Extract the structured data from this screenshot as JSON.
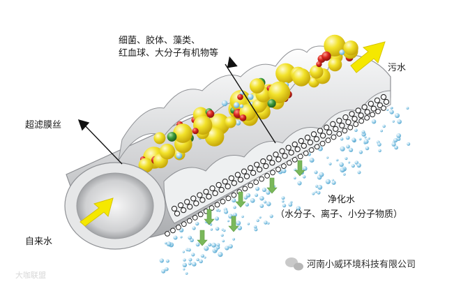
{
  "labels": {
    "contaminants_line1": "细菌、胶体、藻类、",
    "contaminants_line2": "红血球、大分子有机物等",
    "membrane": "超滤膜丝",
    "waste_water": "污水",
    "purified_water": "净化水",
    "purified_detail": "（水分子、离子、小分子物质）",
    "feed_water": "自来水"
  },
  "watermarks": {
    "bottom_left": "大咖联盟",
    "bottom_right": "河南小威环境科技有限公司"
  },
  "colors": {
    "arrow_yellow": "#f5e800",
    "arrow_green": "#7ab85a",
    "ball_yellow": "#f2e22a",
    "ball_red": "#d8251e",
    "ball_green": "#3c9a3a",
    "dot_blue": "#9bd0ea",
    "tube_grey": "#c8c9cb"
  },
  "icons": {
    "flow_in": "yellow-arrow-icon",
    "flow_out": "yellow-arrow-icon",
    "permeate": "green-arrow-icon"
  }
}
